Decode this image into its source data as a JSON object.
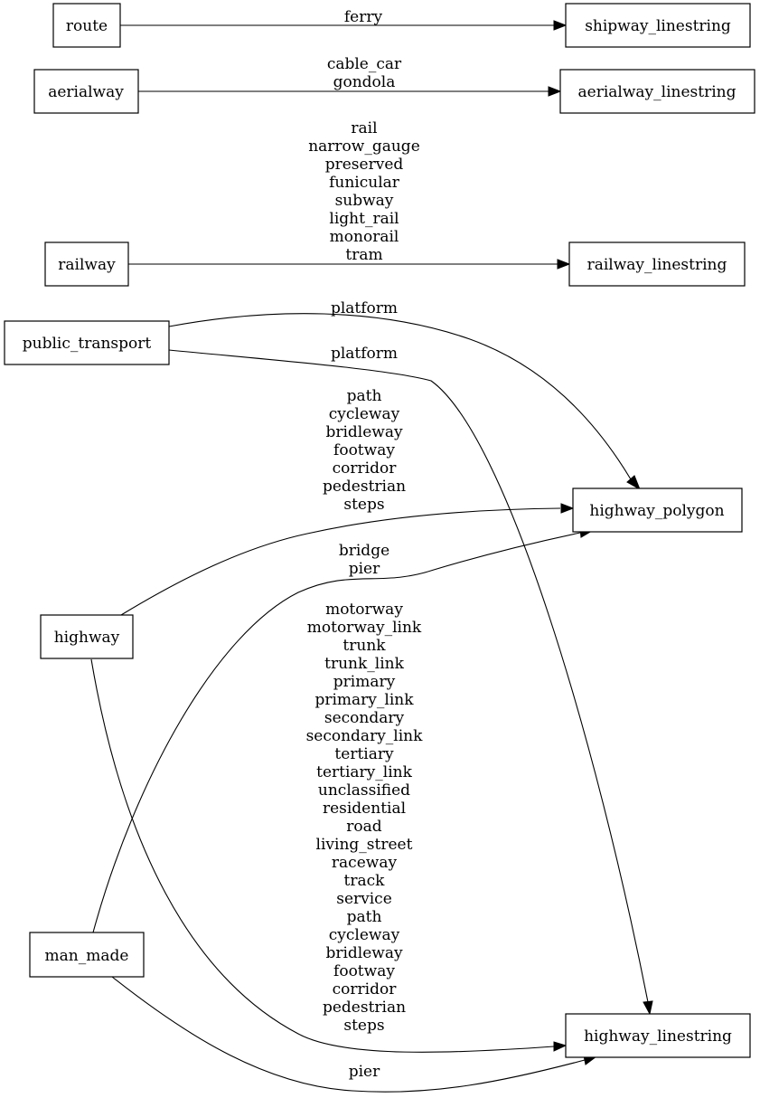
{
  "nodes": {
    "route": "route",
    "aerialway": "aerialway",
    "railway": "railway",
    "public_transport": "public_transport",
    "highway": "highway",
    "man_made": "man_made",
    "shipway_linestring": "shipway_linestring",
    "aerialway_linestring": "aerialway_linestring",
    "railway_linestring": "railway_linestring",
    "highway_polygon": "highway_polygon",
    "highway_linestring": "highway_linestring"
  },
  "edges": [
    {
      "from": "route",
      "to": "shipway_linestring",
      "labels": [
        "ferry"
      ]
    },
    {
      "from": "aerialway",
      "to": "aerialway_linestring",
      "labels": [
        "cable_car",
        "gondola"
      ]
    },
    {
      "from": "railway",
      "to": "railway_linestring",
      "labels": [
        "rail",
        "narrow_gauge",
        "preserved",
        "funicular",
        "subway",
        "light_rail",
        "monorail",
        "tram"
      ]
    },
    {
      "from": "public_transport",
      "to": "highway_polygon",
      "labels": [
        "platform"
      ]
    },
    {
      "from": "public_transport",
      "to": "highway_linestring",
      "labels": [
        "platform"
      ]
    },
    {
      "from": "highway",
      "to": "highway_polygon",
      "labels": [
        "path",
        "cycleway",
        "bridleway",
        "footway",
        "corridor",
        "pedestrian",
        "steps"
      ]
    },
    {
      "from": "man_made",
      "to": "highway_polygon",
      "labels": [
        "bridge",
        "pier"
      ]
    },
    {
      "from": "highway",
      "to": "highway_linestring",
      "labels": [
        "motorway",
        "motorway_link",
        "trunk",
        "trunk_link",
        "primary",
        "primary_link",
        "secondary",
        "secondary_link",
        "tertiary",
        "tertiary_link",
        "unclassified",
        "residential",
        "road",
        "living_street",
        "raceway",
        "track",
        "service",
        "path",
        "cycleway",
        "bridleway",
        "footway",
        "corridor",
        "pedestrian",
        "steps"
      ]
    },
    {
      "from": "man_made",
      "to": "highway_linestring",
      "labels": [
        "pier"
      ]
    }
  ]
}
